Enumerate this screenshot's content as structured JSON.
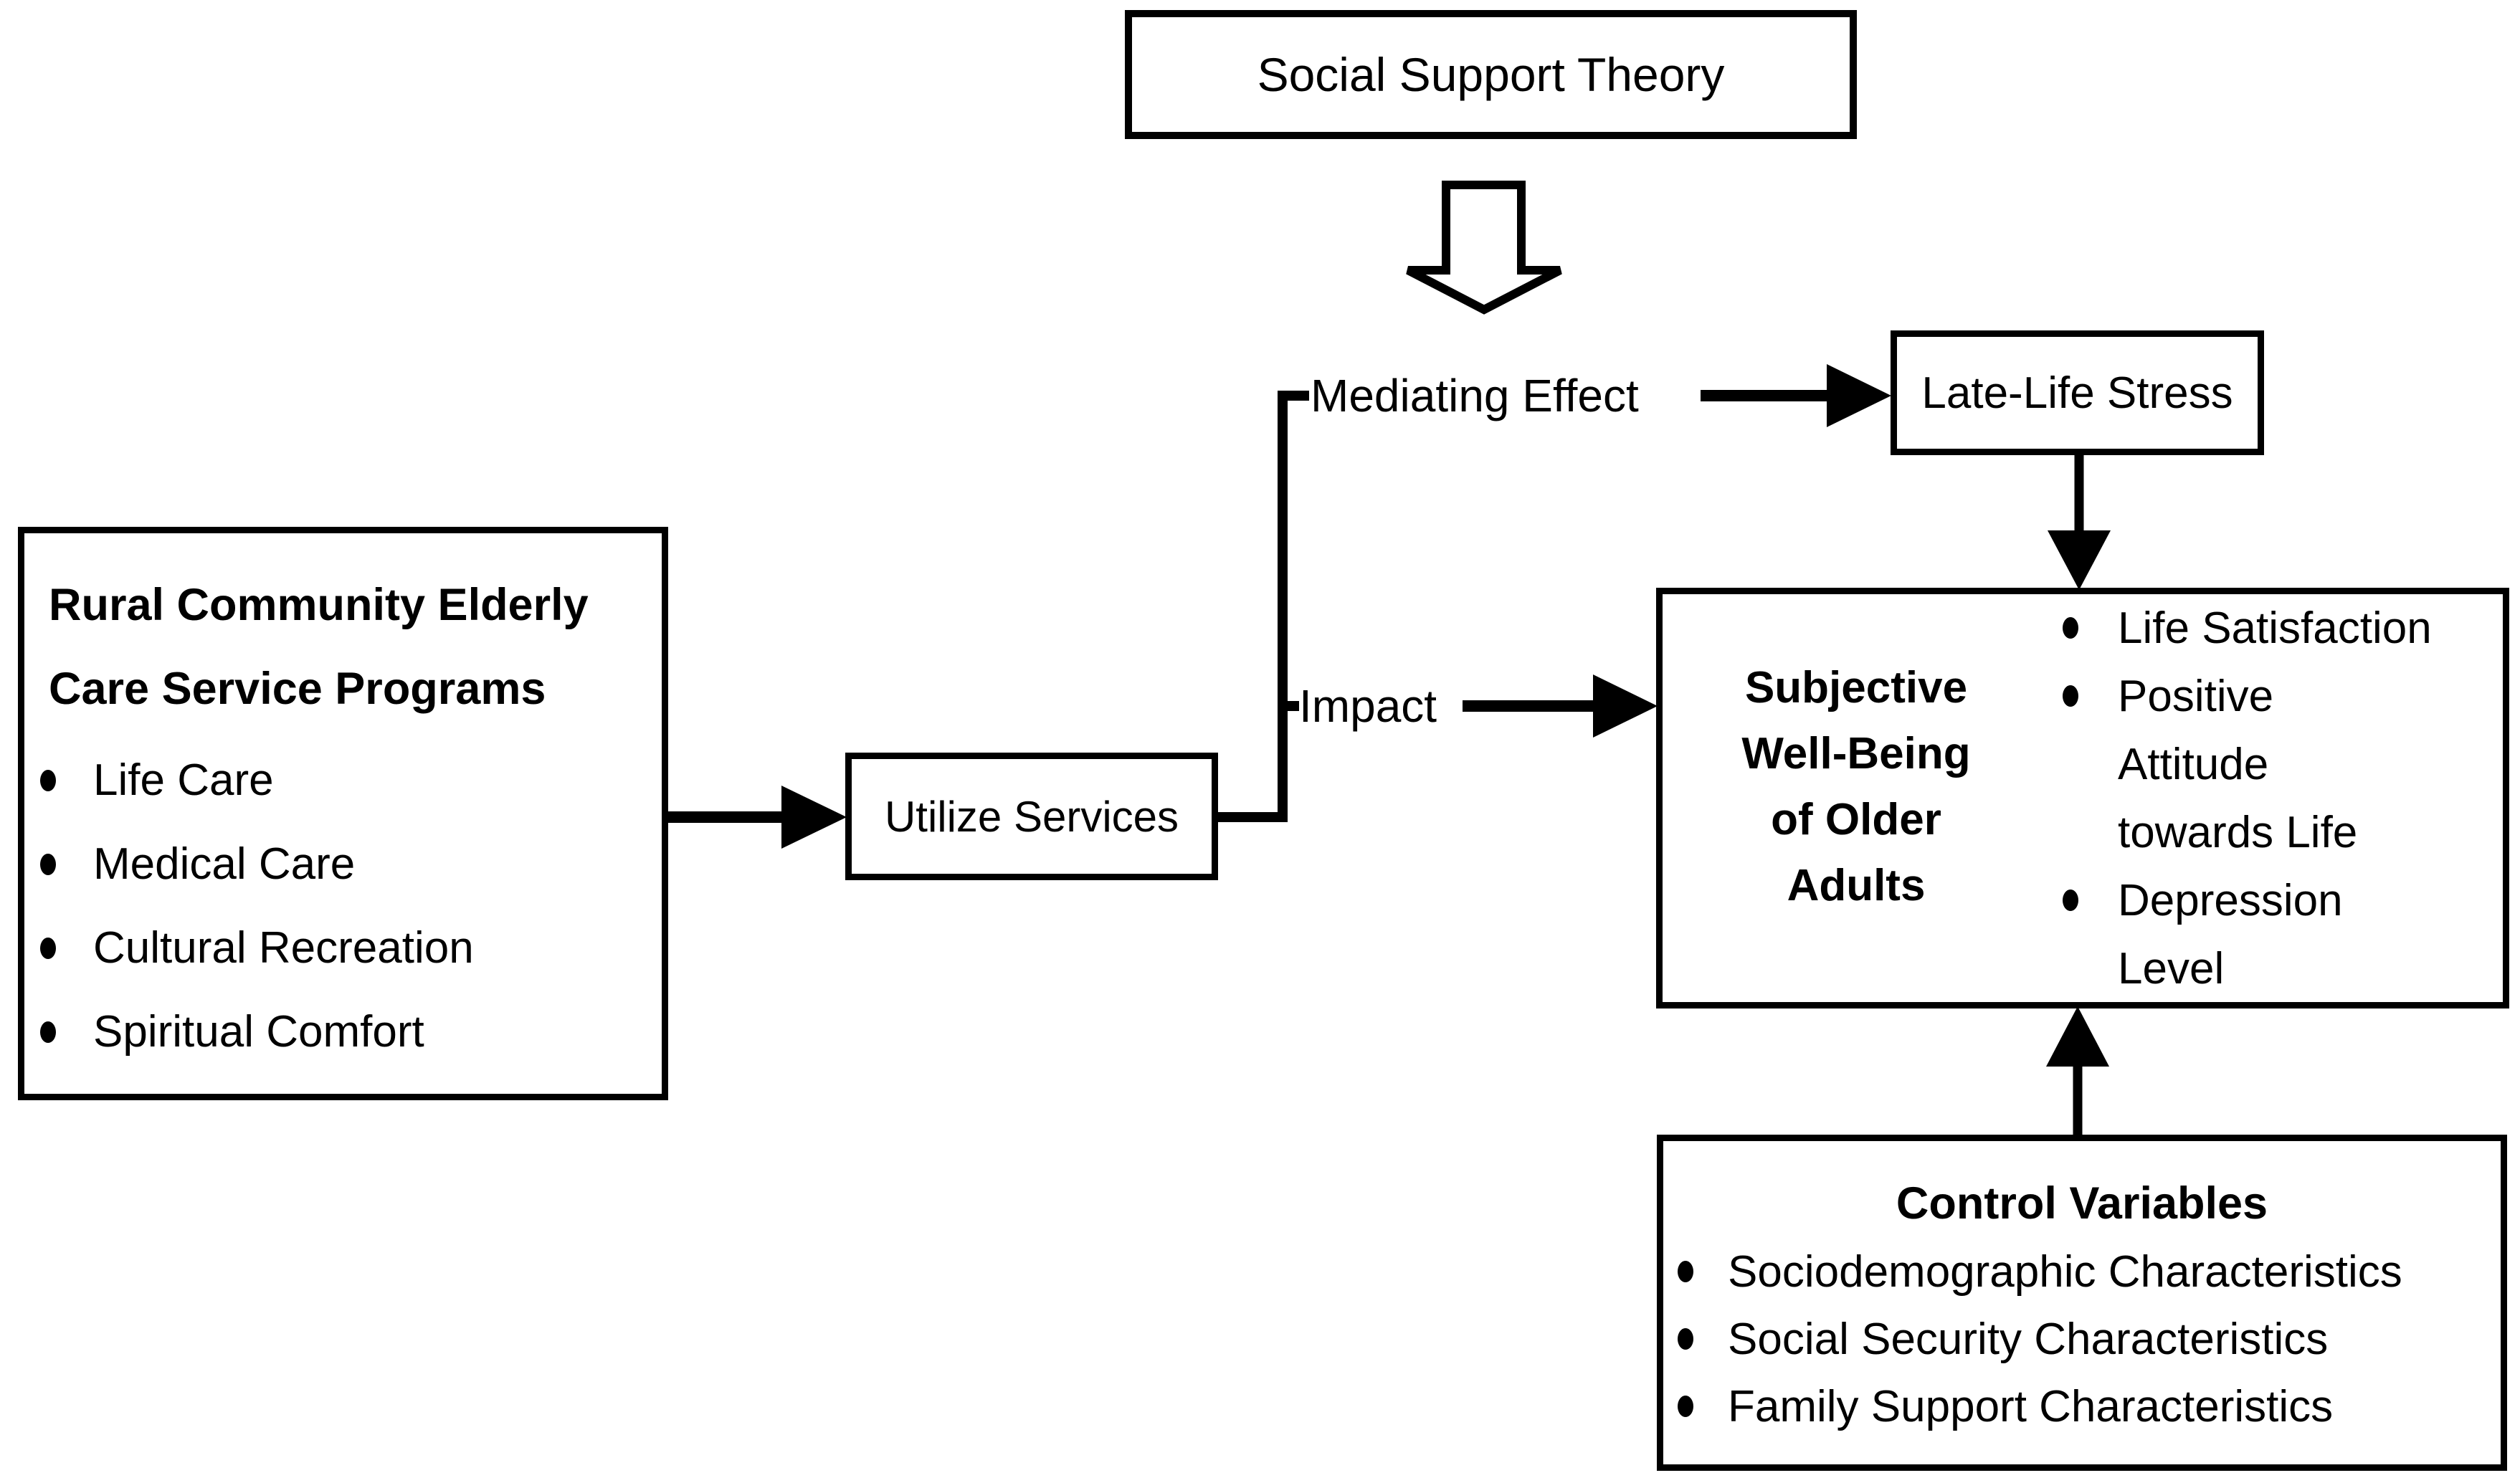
{
  "diagram": {
    "background_color": "#ffffff",
    "stroke_color": "#000000",
    "theory_box": {
      "label": "Social Support Theory"
    },
    "edge_labels": {
      "mediating": "Mediating Effect",
      "impact": "Impact"
    },
    "late_life_box": {
      "label": "Late-Life Stress"
    },
    "programs_box": {
      "title": "Rural Community Elderly\nCare Service Programs",
      "bullets": [
        "Life Care",
        "Medical Care",
        "Cultural Recreation",
        "Spiritual Comfort"
      ]
    },
    "utilize_box": {
      "label": "Utilize Services"
    },
    "swb_box": {
      "title": "Subjective\nWell-Being\nof Older\nAdults",
      "bullets": [
        "Life Satisfaction",
        "Positive\nAttitude\ntowards Life",
        "Depression\nLevel"
      ]
    },
    "control_box": {
      "title": "Control Variables",
      "bullets": [
        "Sociodemographic Characteristics",
        "Social Security Characteristics",
        "Family Support Characteristics"
      ]
    }
  }
}
